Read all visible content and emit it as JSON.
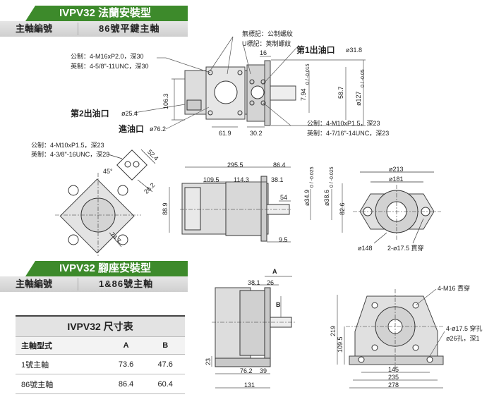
{
  "section1": {
    "title": "IVPV32 法蘭安裝型",
    "shaft_label": "主軸編號",
    "shaft_value": "86號平鍵主軸"
  },
  "section2": {
    "title": "IVPV32 腳座安裝型",
    "shaft_label": "主軸編號",
    "shaft_value": "1&86號主軸"
  },
  "top_view": {
    "notes_right": [
      "無標記：公制螺紋",
      "U標記：英制螺紋"
    ],
    "notes_left": [
      "公制：4-M16xP2.0，深30",
      "英制：4-5/8\"-11UNC，深30"
    ],
    "outlet1": "第1出油口",
    "outlet1_dia": "ø31.8",
    "outlet2": "第2出油口",
    "outlet2_dia": "ø25.4",
    "inlet": "進油口",
    "inlet_dia": "ø76.2",
    "notes_bottom_right": [
      "公制：4-M10xP1.5，深23",
      "英制：4-7/16\"-14UNC，深23"
    ],
    "dims": {
      "d16": "16",
      "d106": "106.3",
      "d61": "61.9",
      "d30": "30.2",
      "d794": "7.94",
      "d794tol": "0 / -0.015",
      "d587": "58.7",
      "d127": "ø127",
      "d127tol": "0 / -0.05"
    }
  },
  "side_view": {
    "notes_left": [
      "公制：4-M10xP1.5，深23",
      "英制：4-3/8\"-16UNC，深23"
    ],
    "dims": {
      "d524": "52.4",
      "d262": "26.2",
      "d747": "74.7",
      "angle": "45°",
      "d2955": "295.5",
      "d864": "86.4",
      "d1095": "109.5",
      "d1143": "114.3",
      "d381": "38.1",
      "d54": "54",
      "d889": "88.9",
      "d95": "9.5",
      "d349": "ø34.9",
      "d349tol": "0 / -0.025",
      "d386": "ø38.6",
      "d386tol": "0 / -0.025",
      "d826": "82.6"
    }
  },
  "front_view": {
    "dims": {
      "d213": "ø213",
      "d181": "ø181",
      "d148": "ø148",
      "holes": "2-ø17.5 貫穿"
    }
  },
  "foot_side": {
    "dims": {
      "A": "A",
      "B": "B",
      "d381": "38.1",
      "d26": "26",
      "d23": "23",
      "d762": "76.2",
      "d39": "39",
      "d131": "131"
    }
  },
  "foot_front": {
    "dims": {
      "m16": "4-M16 貫穿",
      "hole": "4-ø17.5 穿孔",
      "cb": "ø26孔，深1",
      "d219": "219",
      "d1095": "109.5",
      "d145": "145",
      "d235": "235",
      "d278": "278"
    }
  },
  "table": {
    "title": "IVPV32 尺寸表",
    "columns": [
      "主軸型式",
      "A",
      "B"
    ],
    "rows": [
      [
        "1號主軸",
        "73.6",
        "47.6"
      ],
      [
        "86號主軸",
        "86.4",
        "60.4"
      ]
    ]
  }
}
